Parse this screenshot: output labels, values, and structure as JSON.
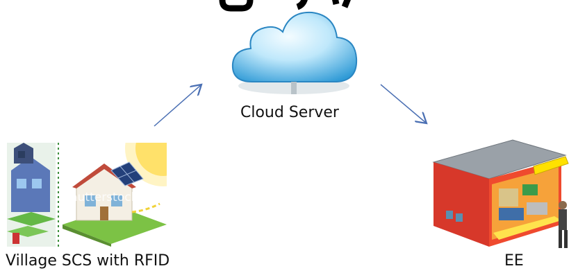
{
  "title_fragment": "...gy...",
  "nodes": {
    "cloud": {
      "label": "Cloud Server",
      "icon": "cloud-icon"
    },
    "village": {
      "label": "Village SCS with RFID",
      "icon": "solar-house-image",
      "watermark": "shutterstock"
    },
    "ee": {
      "label": "EE",
      "icon": "shipping-container-shop-image"
    }
  },
  "edges": [
    {
      "from": "village",
      "to": "cloud"
    },
    {
      "from": "cloud",
      "to": "ee"
    }
  ],
  "colors": {
    "arrow": "#4a6fb3",
    "cloud_light": "#d9f3ff",
    "cloud_dark": "#3aa7e0",
    "container": "#e0402a"
  }
}
